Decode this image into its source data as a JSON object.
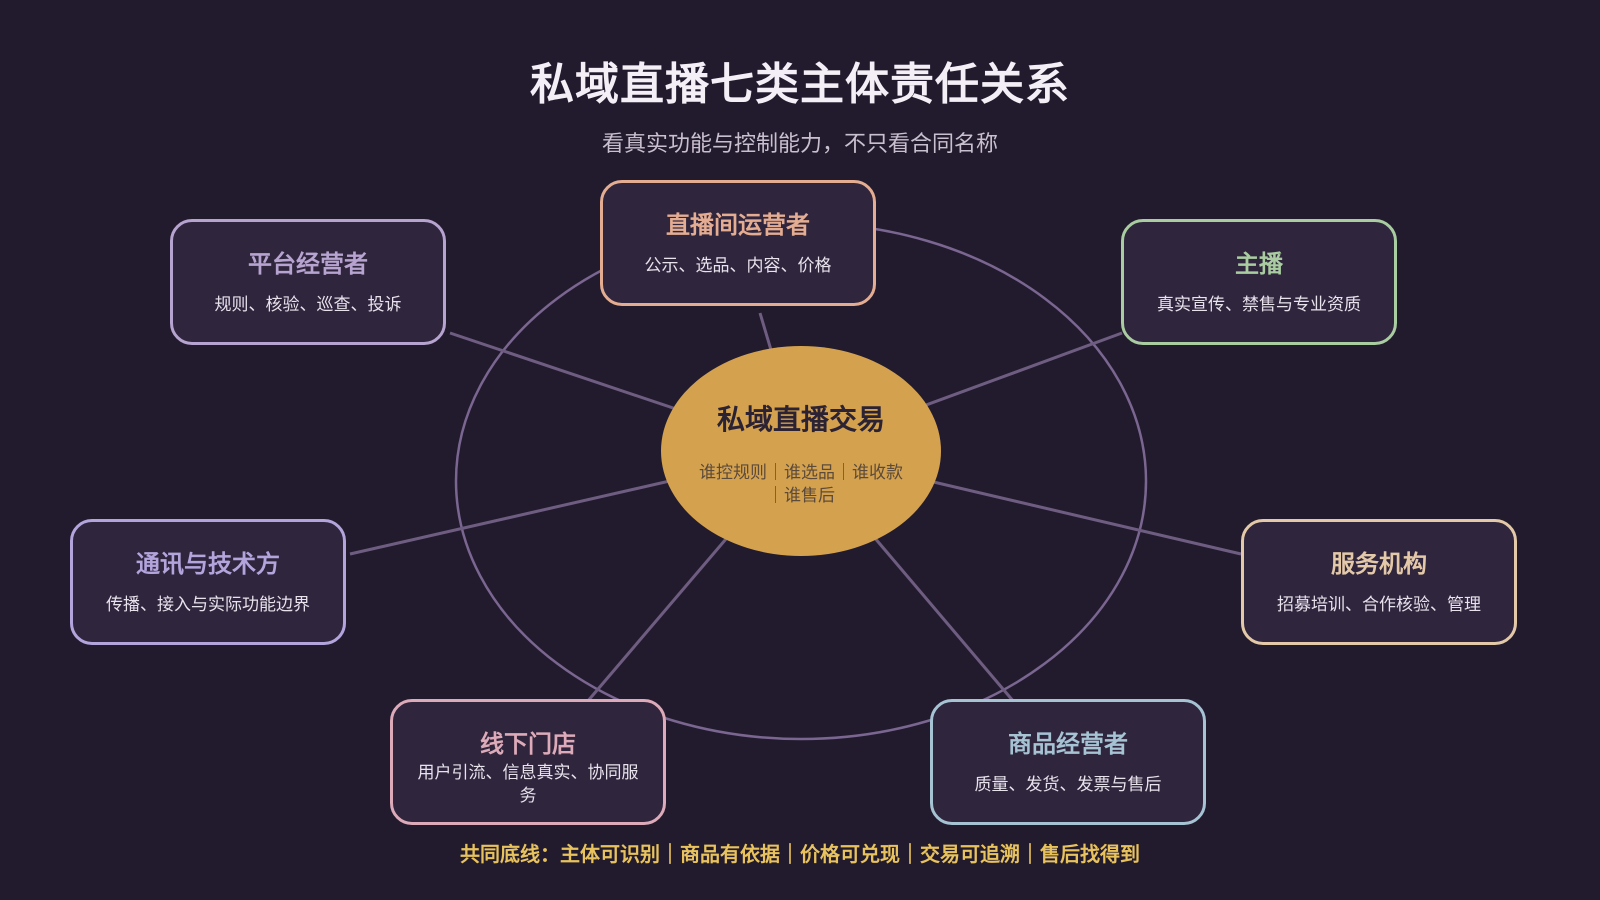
{
  "title": "私域直播七类主体责任关系",
  "subtitle": "看真实功能与控制能力，不只看合同名称",
  "center": {
    "title": "私域直播交易",
    "desc": "谁控规则｜谁选品｜谁收款｜谁售后",
    "color": "#d4a24f"
  },
  "nodes": [
    {
      "id": "live-operator",
      "title": "直播间运营者",
      "desc": "公示、选品、内容、价格",
      "color": "#e4ad92"
    },
    {
      "id": "platform",
      "title": "平台经营者",
      "desc": "规则、核验、巡查、投诉",
      "color": "#b7a3cf"
    },
    {
      "id": "anchor",
      "title": "主播",
      "desc": "真实宣传、禁售与专业资质",
      "color": "#a9cca0"
    },
    {
      "id": "tech",
      "title": "通讯与技术方",
      "desc": "传播、接入与实际功能边界",
      "color": "#b3a4dc"
    },
    {
      "id": "agency",
      "title": "服务机构",
      "desc": "招募培训、合作核验、管理",
      "color": "#e4c9a8"
    },
    {
      "id": "store",
      "title": "线下门店",
      "desc": "用户引流、信息真实、协同服务",
      "color": "#dcaab8"
    },
    {
      "id": "merchant",
      "title": "商品经营者",
      "desc": "质量、发货、发票与售后",
      "color": "#a6c3d4"
    }
  ],
  "footer": "共同底线：主体可识别｜商品有依据｜价格可兑现｜交易可追溯｜售后找得到"
}
